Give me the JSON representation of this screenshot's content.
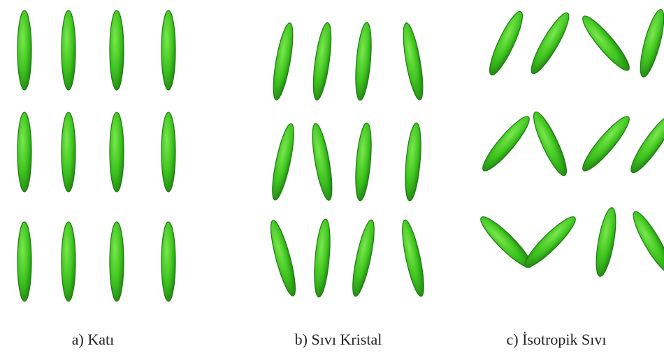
{
  "panels": [
    {
      "id": "a",
      "caption": "a) Katı",
      "phase": "solid",
      "rows": [
        [
          0,
          0,
          0,
          0
        ],
        [
          0,
          0,
          0,
          0
        ],
        [
          0,
          0,
          0,
          0
        ]
      ]
    },
    {
      "id": "b",
      "caption": "b) Sıvı Kristal",
      "phase": "liquid-crystal",
      "rows": [
        [
          10,
          8,
          5,
          -10
        ],
        [
          12,
          -10,
          5,
          5
        ],
        [
          -15,
          5,
          12,
          -12
        ]
      ]
    },
    {
      "id": "c",
      "caption": "c) İsotropik Sıvı",
      "phase": "isotropic-liquid",
      "rows": [
        [
          25,
          30,
          -40,
          15
        ],
        [
          40,
          -25,
          40,
          35
        ],
        [
          -45,
          45,
          10,
          -30
        ]
      ]
    }
  ],
  "colors": {
    "molecule_fill": "#3ec41e",
    "molecule_highlight": "#7be84e",
    "molecule_edge": "#1e7a12",
    "background": "#ffffff"
  }
}
